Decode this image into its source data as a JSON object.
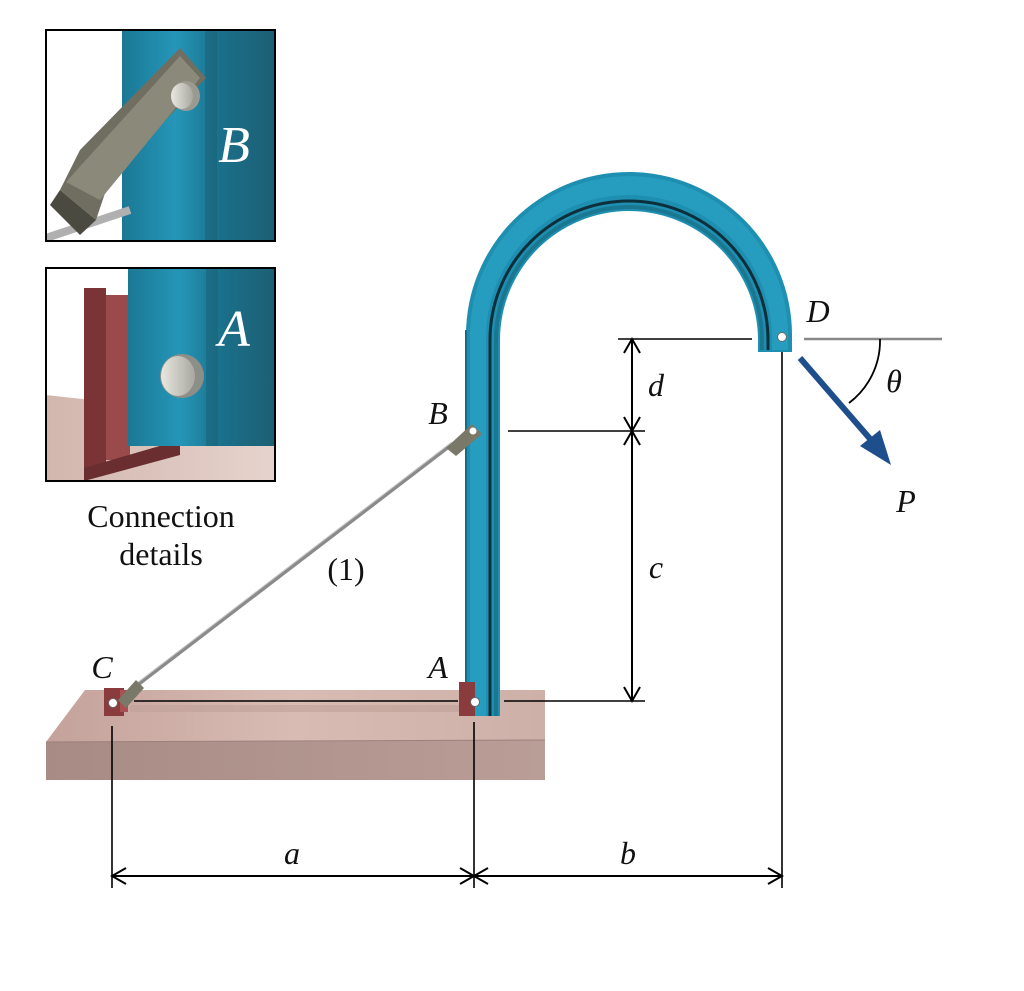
{
  "labels": {
    "point_A": "A",
    "point_B": "B",
    "point_C": "C",
    "point_D": "D",
    "member": "(1)",
    "dim_a": "a",
    "dim_b": "b",
    "dim_c": "c",
    "dim_d": "d",
    "angle": "θ",
    "load": "P"
  },
  "insets": {
    "top_label": "B",
    "bottom_label": "A",
    "caption_line1": "Connection",
    "caption_line2": "details"
  },
  "colors": {
    "frame_blue": "#1e8fb0",
    "frame_blue_dark": "#166d88",
    "base_pink": "#c9a8a0",
    "bracket_red": "#8a3b3e",
    "arrow_blue": "#1f4e8c",
    "rod_gray": "#8a8a8a"
  }
}
